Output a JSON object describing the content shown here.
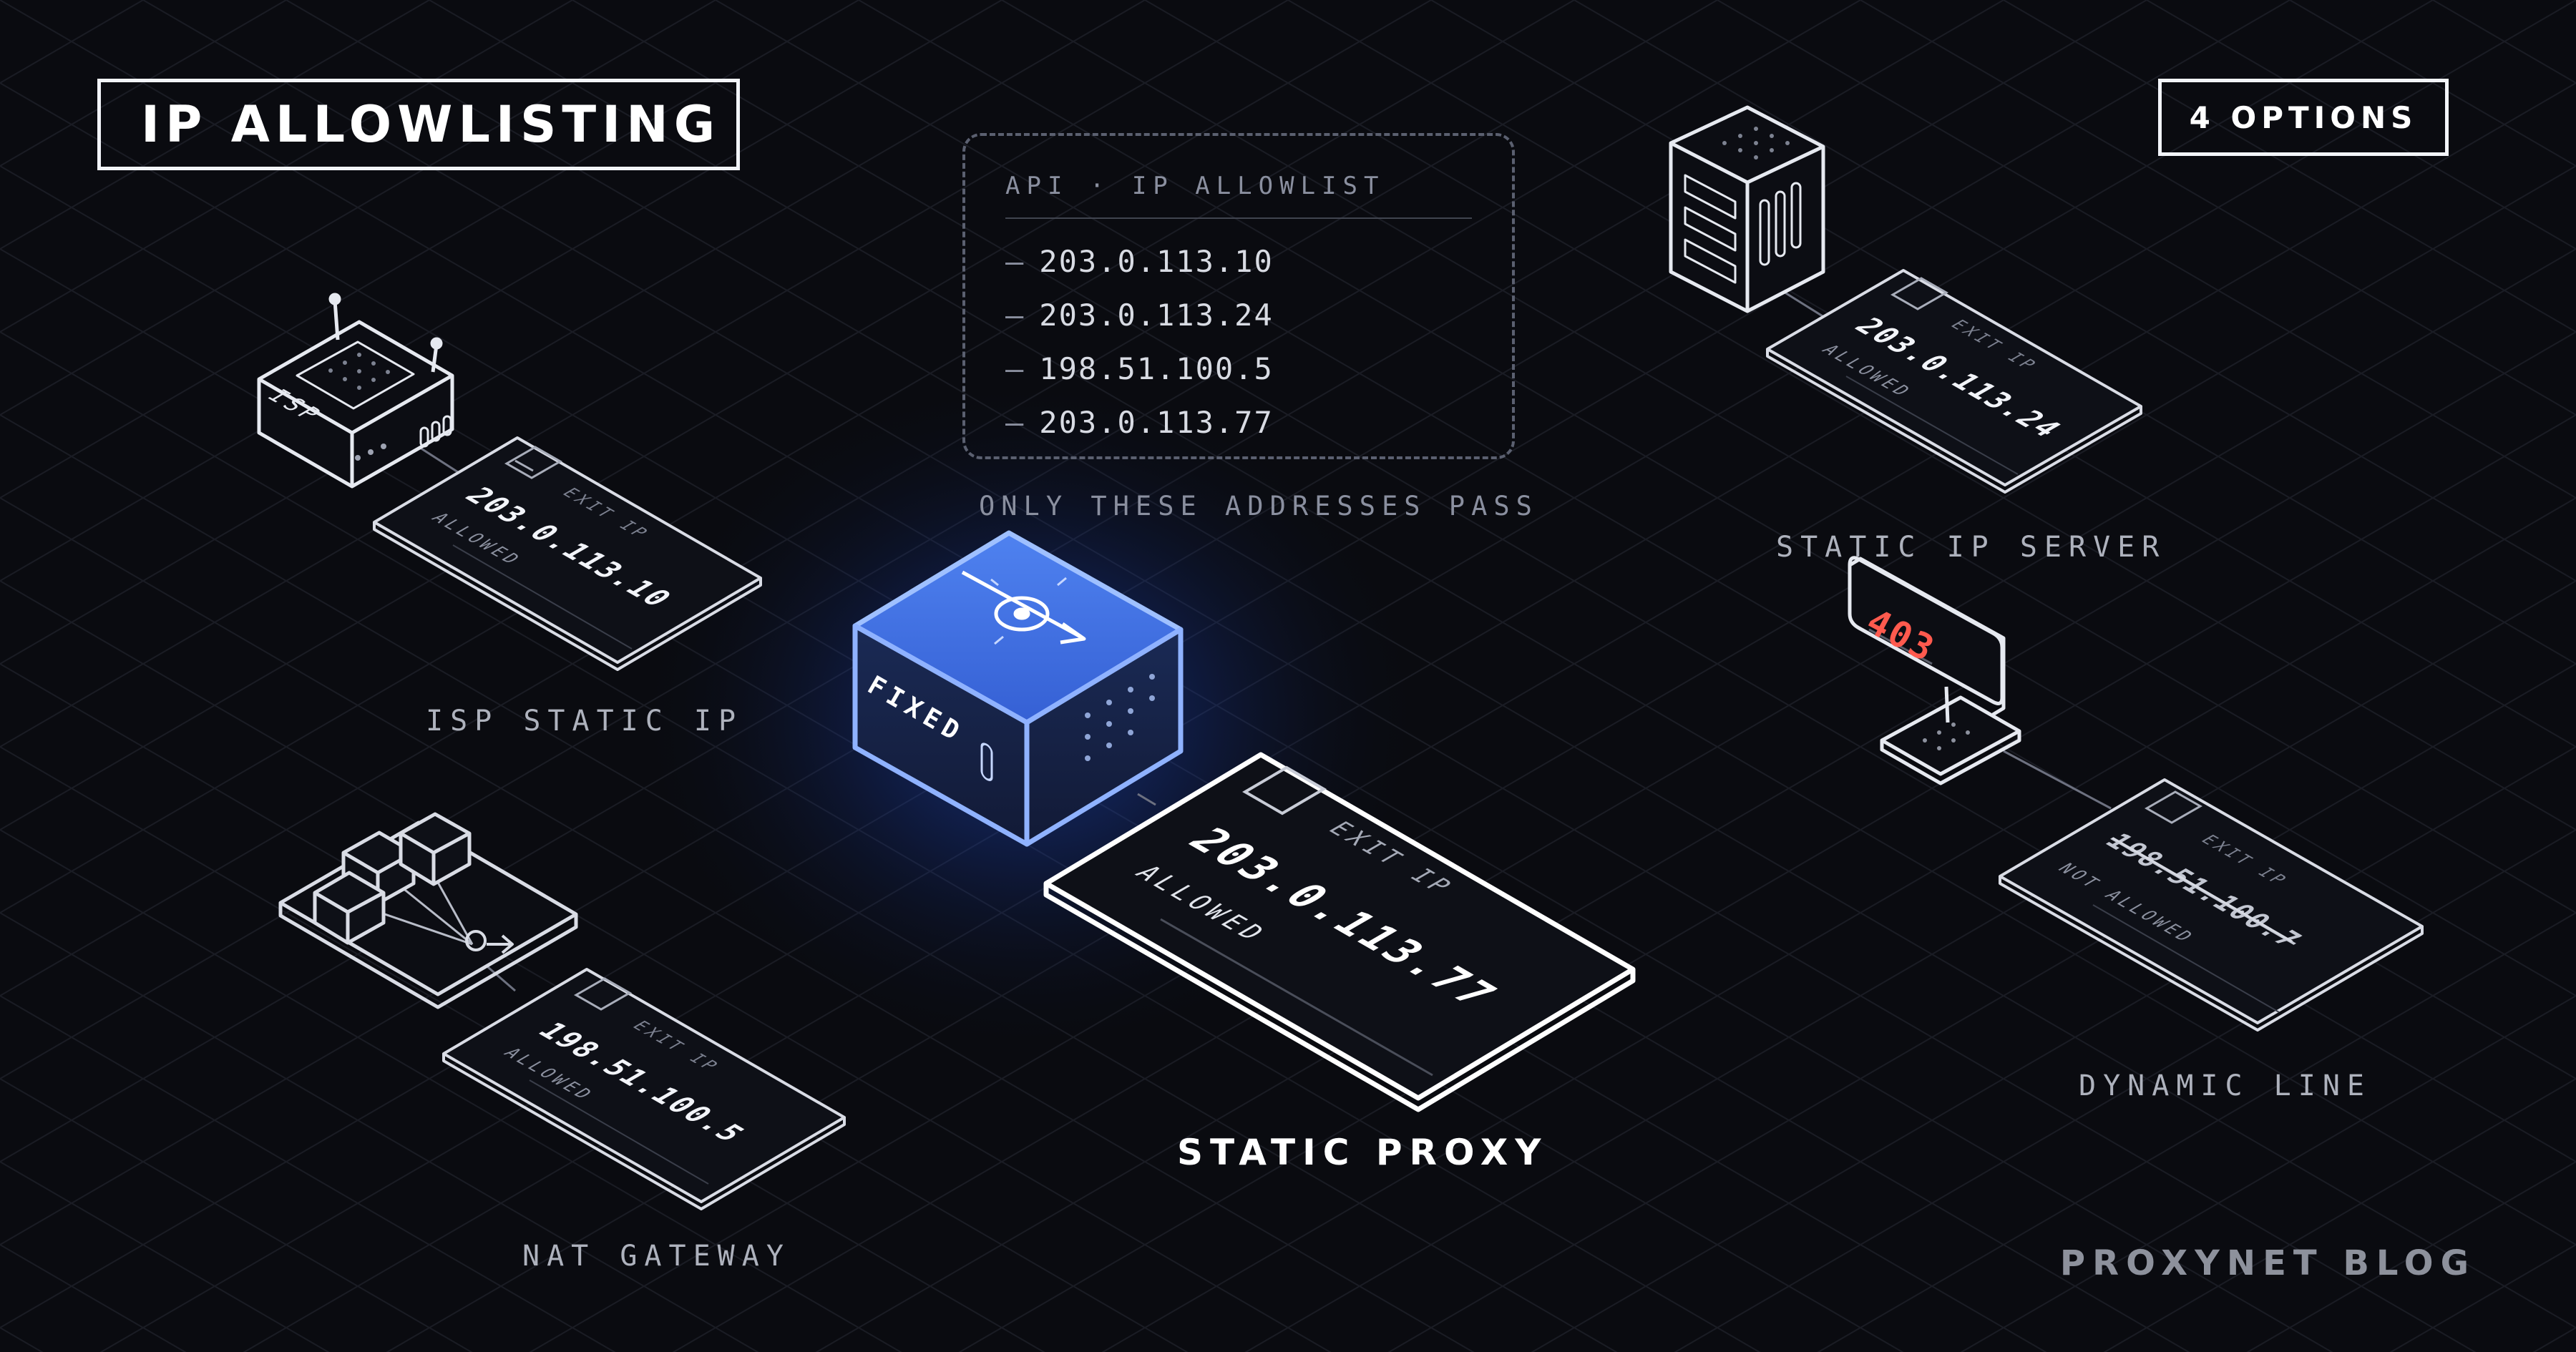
{
  "header": {
    "title": "IP ALLOWLISTING",
    "badge": "4 OPTIONS"
  },
  "allowlist": {
    "heading": "API · IP ALLOWLIST",
    "entries": [
      "203.0.113.10",
      "203.0.113.24",
      "198.51.100.5",
      "203.0.113.77"
    ],
    "dash": "—",
    "caption": "ONLY THESE ADDRESSES PASS"
  },
  "options": {
    "isp": {
      "caption": "ISP STATIC IP",
      "device_label": "ISP",
      "card": {
        "label": "EXIT IP",
        "ip": "203.0.113.10",
        "status": "ALLOWED"
      }
    },
    "nat": {
      "caption": "NAT GATEWAY",
      "card": {
        "label": "EXIT IP",
        "ip": "198.51.100.5",
        "status": "ALLOWED"
      }
    },
    "proxy": {
      "caption": "STATIC PROXY",
      "cube_label": "FIXED",
      "card": {
        "label": "EXIT IP",
        "ip": "203.0.113.77",
        "status": "ALLOWED"
      }
    },
    "server": {
      "caption": "STATIC IP SERVER",
      "card": {
        "label": "EXIT IP",
        "ip": "203.0.113.24",
        "status": "ALLOWED"
      }
    },
    "dynamic": {
      "caption": "DYNAMIC LINE",
      "monitor_code": "403",
      "card": {
        "label": "EXIT IP",
        "ip": "198.51.100.7",
        "status": "NOT ALLOWED"
      }
    }
  },
  "footer": {
    "brand": "PROXYNET BLOG"
  },
  "colors": {
    "background": "#0a0b10",
    "line": "#e6e9f0",
    "accent_blue": "#3d6fe0",
    "glow": "#1f4fd0",
    "deny_red": "#ff5a4e"
  },
  "icons": [
    "router-icon",
    "gateway-icon",
    "proxy-cube-icon",
    "server-rack-icon",
    "monitor-icon",
    "target-arrow-icon"
  ]
}
